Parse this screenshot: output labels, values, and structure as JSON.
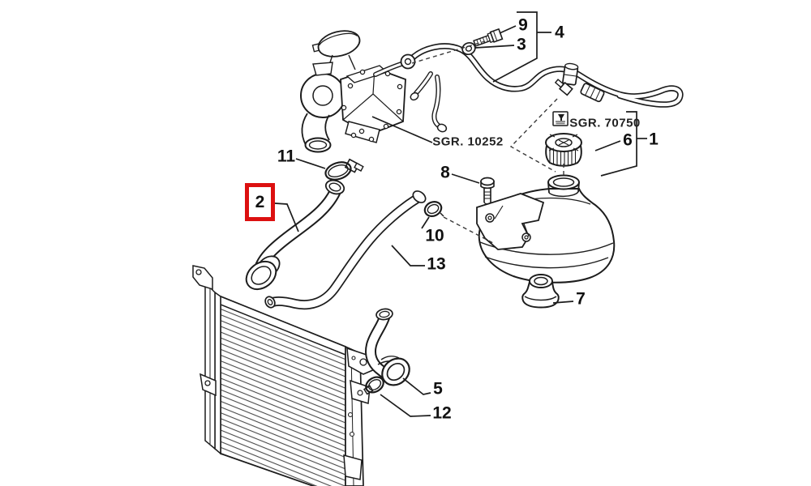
{
  "diagram": {
    "background": "#ffffff",
    "ink_color": "#1c1c1c",
    "highlight": {
      "color": "#dc1010",
      "highlighted_part": "2"
    },
    "reference_labels": {
      "turbo_group": "SGR. 10252",
      "tank_group": "SGR. 70750"
    },
    "icon_names": [
      "document-reference-icon"
    ],
    "callouts": {
      "c1": "1",
      "c2": "2",
      "c3": "3",
      "c4": "4",
      "c5": "5",
      "c6": "6",
      "c7": "7",
      "c8": "8",
      "c9": "9",
      "c10": "10",
      "c11": "11",
      "c12": "12",
      "c13": "13"
    }
  }
}
